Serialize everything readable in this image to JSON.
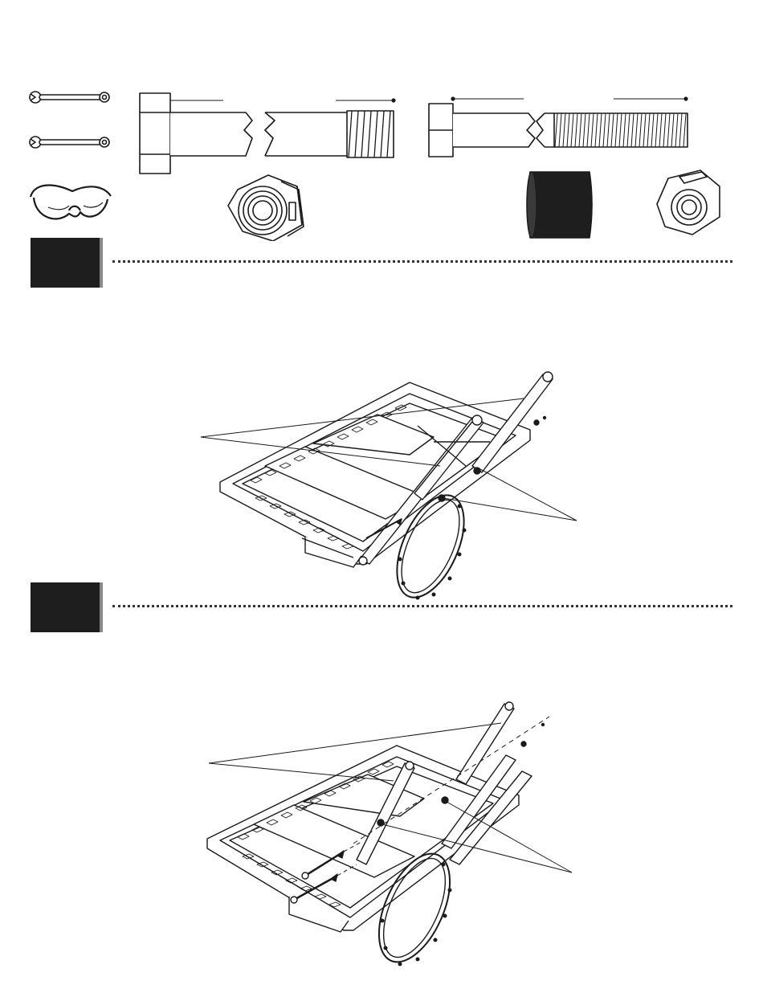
{
  "page": {
    "background": "#ffffff",
    "ink": "#1a1a1a"
  },
  "tools": [
    {
      "icon": "wrench-icon"
    },
    {
      "icon": "wrench-icon"
    },
    {
      "icon": "safety-glasses-icon"
    }
  ],
  "hardware": [
    {
      "icon": "long-bolt-icon"
    },
    {
      "icon": "hex-nut-large-icon"
    },
    {
      "icon": "threaded-bolt-icon"
    },
    {
      "icon": "spacer-sleeve-icon"
    },
    {
      "icon": "hex-nut-small-icon"
    }
  ],
  "steps": [
    {
      "icon": "step-number-block",
      "illustration": "backboard-arm-assembly-1"
    },
    {
      "icon": "step-number-block",
      "illustration": "backboard-arm-assembly-2"
    }
  ]
}
